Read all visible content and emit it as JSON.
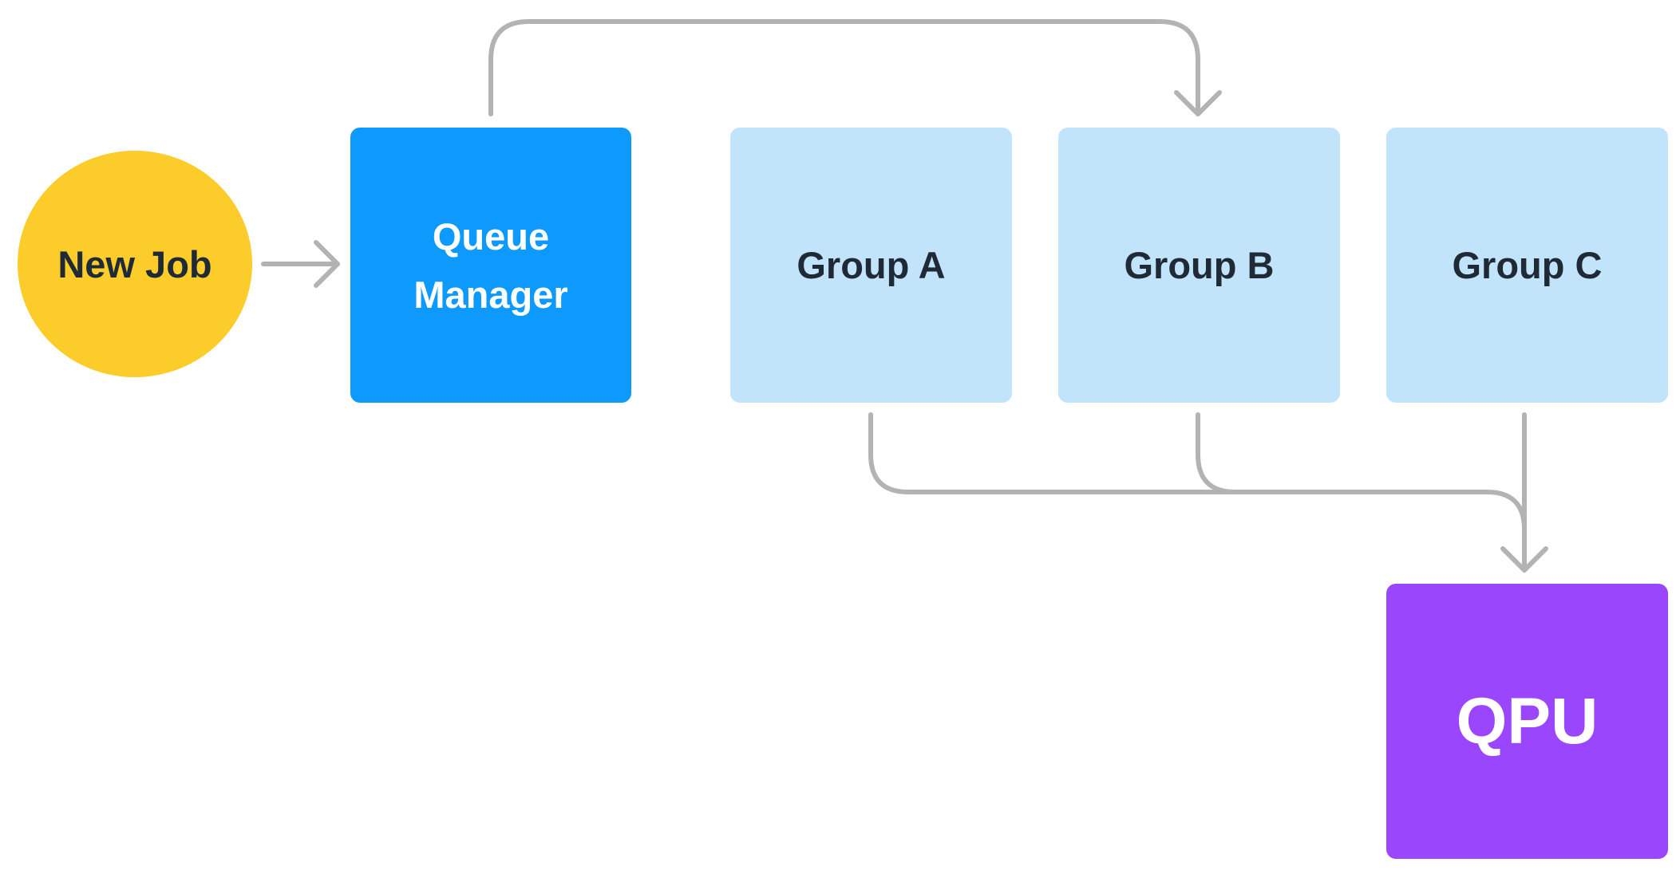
{
  "nodes": {
    "new_job": {
      "label": "New Job"
    },
    "queue_manager": {
      "label": "Queue\nManager"
    },
    "group_a": {
      "label": "Group A"
    },
    "group_b": {
      "label": "Group B"
    },
    "group_c": {
      "label": "Group C"
    },
    "qpu": {
      "label": "QPU"
    }
  },
  "colors": {
    "new_job": "#FCCC2A",
    "queue_manager": "#0E9AFC",
    "group": "#C2E4FB",
    "qpu": "#9A46FC",
    "connector": "#B3B3B3",
    "dark_text": "#1F2A36"
  },
  "edges": [
    {
      "from": "New Job",
      "to": "Queue Manager"
    },
    {
      "from": "Queue Manager",
      "to": "Group B"
    },
    {
      "from": "Group A",
      "to": "QPU"
    },
    {
      "from": "Group B",
      "to": "QPU"
    },
    {
      "from": "Group C",
      "to": "QPU"
    }
  ]
}
